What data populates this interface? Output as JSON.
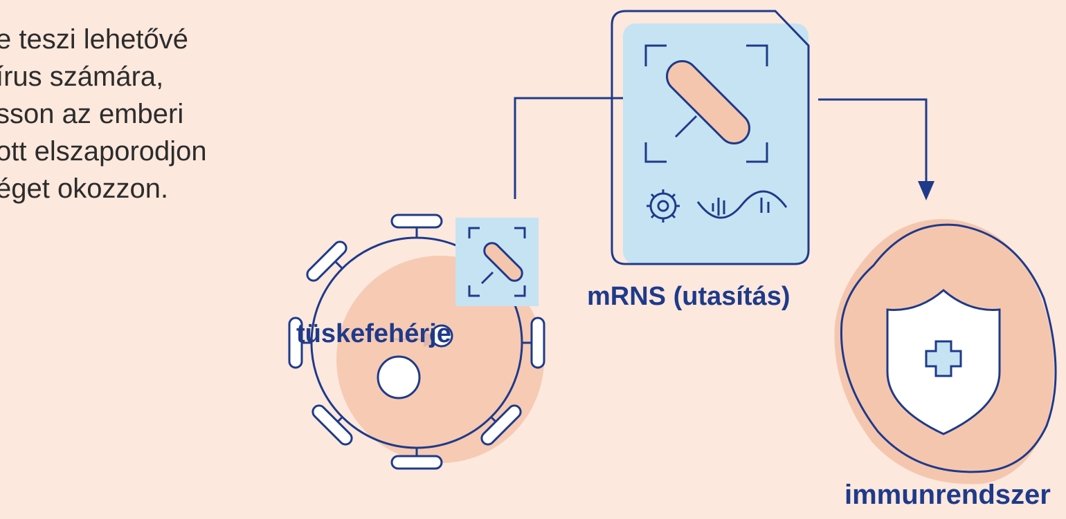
{
  "paragraph": {
    "lines": [
      "e teszi lehetővé",
      "írus számára,",
      "sson az emberi",
      "ott elszaporodjon",
      "éget okozzon."
    ]
  },
  "labels": {
    "spike_protein": "tüskefehérje",
    "mrna": "mRNS (utasítás)",
    "immune_system": "immunrendszer"
  },
  "colors": {
    "background": "#FCE8DD",
    "navy": "#1E3A8A",
    "peach": "#F5C6AE",
    "light_blue": "#C5E3F2",
    "text": "#2C2C2C"
  },
  "icons": [
    "virus-icon",
    "spike-protein-icon",
    "mrna-document-icon",
    "gear-icon",
    "dna-wave-icon",
    "cell-icon",
    "shield-icon",
    "medical-cross-icon"
  ]
}
